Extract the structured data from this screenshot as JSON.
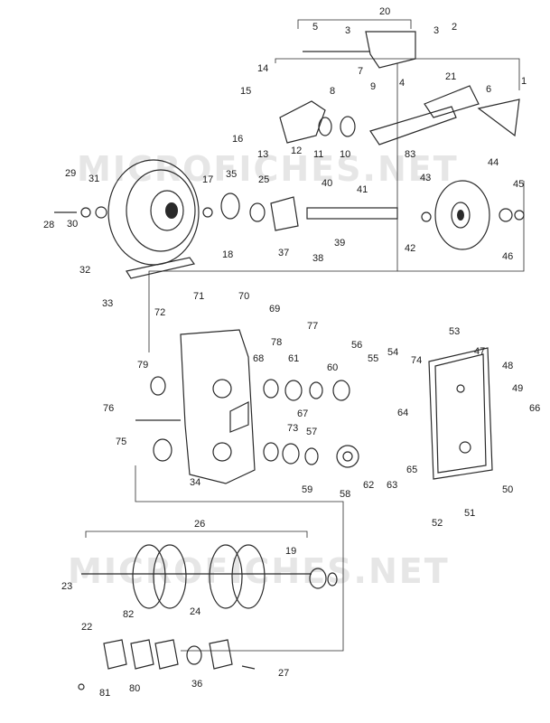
{
  "watermark": "MICROFICHES.NET",
  "callouts": [
    "20",
    "5",
    "3",
    "2",
    "3",
    "4",
    "7",
    "14",
    "9",
    "8",
    "21",
    "6",
    "1",
    "15",
    "16",
    "12",
    "11",
    "10",
    "13",
    "83",
    "29",
    "31",
    "17",
    "35",
    "25",
    "40",
    "41",
    "43",
    "44",
    "45",
    "28",
    "30",
    "18",
    "37",
    "38",
    "39",
    "42",
    "46",
    "32",
    "33",
    "71",
    "70",
    "72",
    "69",
    "77",
    "78",
    "68",
    "61",
    "60",
    "56",
    "55",
    "54",
    "74",
    "53",
    "47",
    "48",
    "49",
    "66",
    "79",
    "76",
    "67",
    "75",
    "73",
    "57",
    "64",
    "65",
    "34",
    "62",
    "63",
    "50",
    "51",
    "52",
    "58",
    "59",
    "26",
    "19",
    "23",
    "24",
    "82",
    "22",
    "36",
    "81",
    "80",
    "27"
  ]
}
